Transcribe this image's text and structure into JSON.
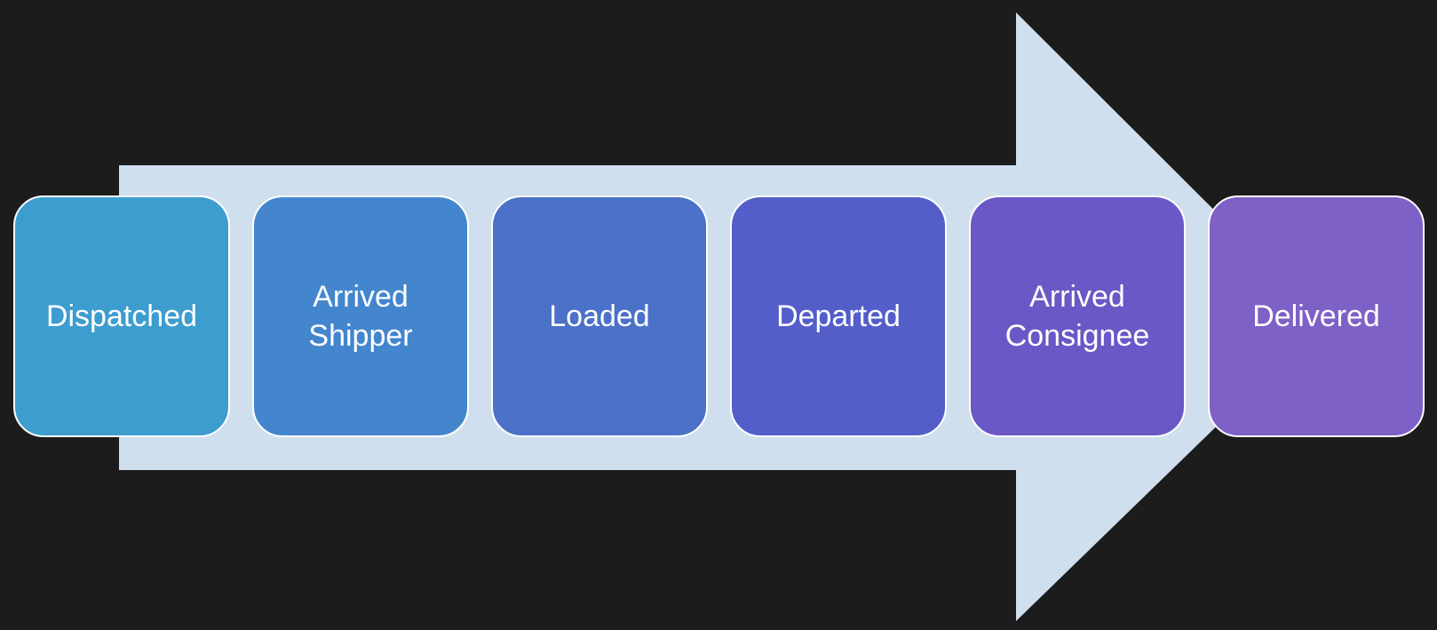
{
  "process": {
    "arrow_color": "#cfdfee",
    "steps": [
      {
        "label": "Dispatched",
        "color": "#3d9dcf"
      },
      {
        "label": "Arrived\nShipper",
        "color": "#4486cd"
      },
      {
        "label": "Loaded",
        "color": "#4b71c8"
      },
      {
        "label": "Departed",
        "color": "#535ec9"
      },
      {
        "label": "Arrived\nConsignee",
        "color": "#6a58c6"
      },
      {
        "label": "Delivered",
        "color": "#7e61c6"
      }
    ]
  }
}
